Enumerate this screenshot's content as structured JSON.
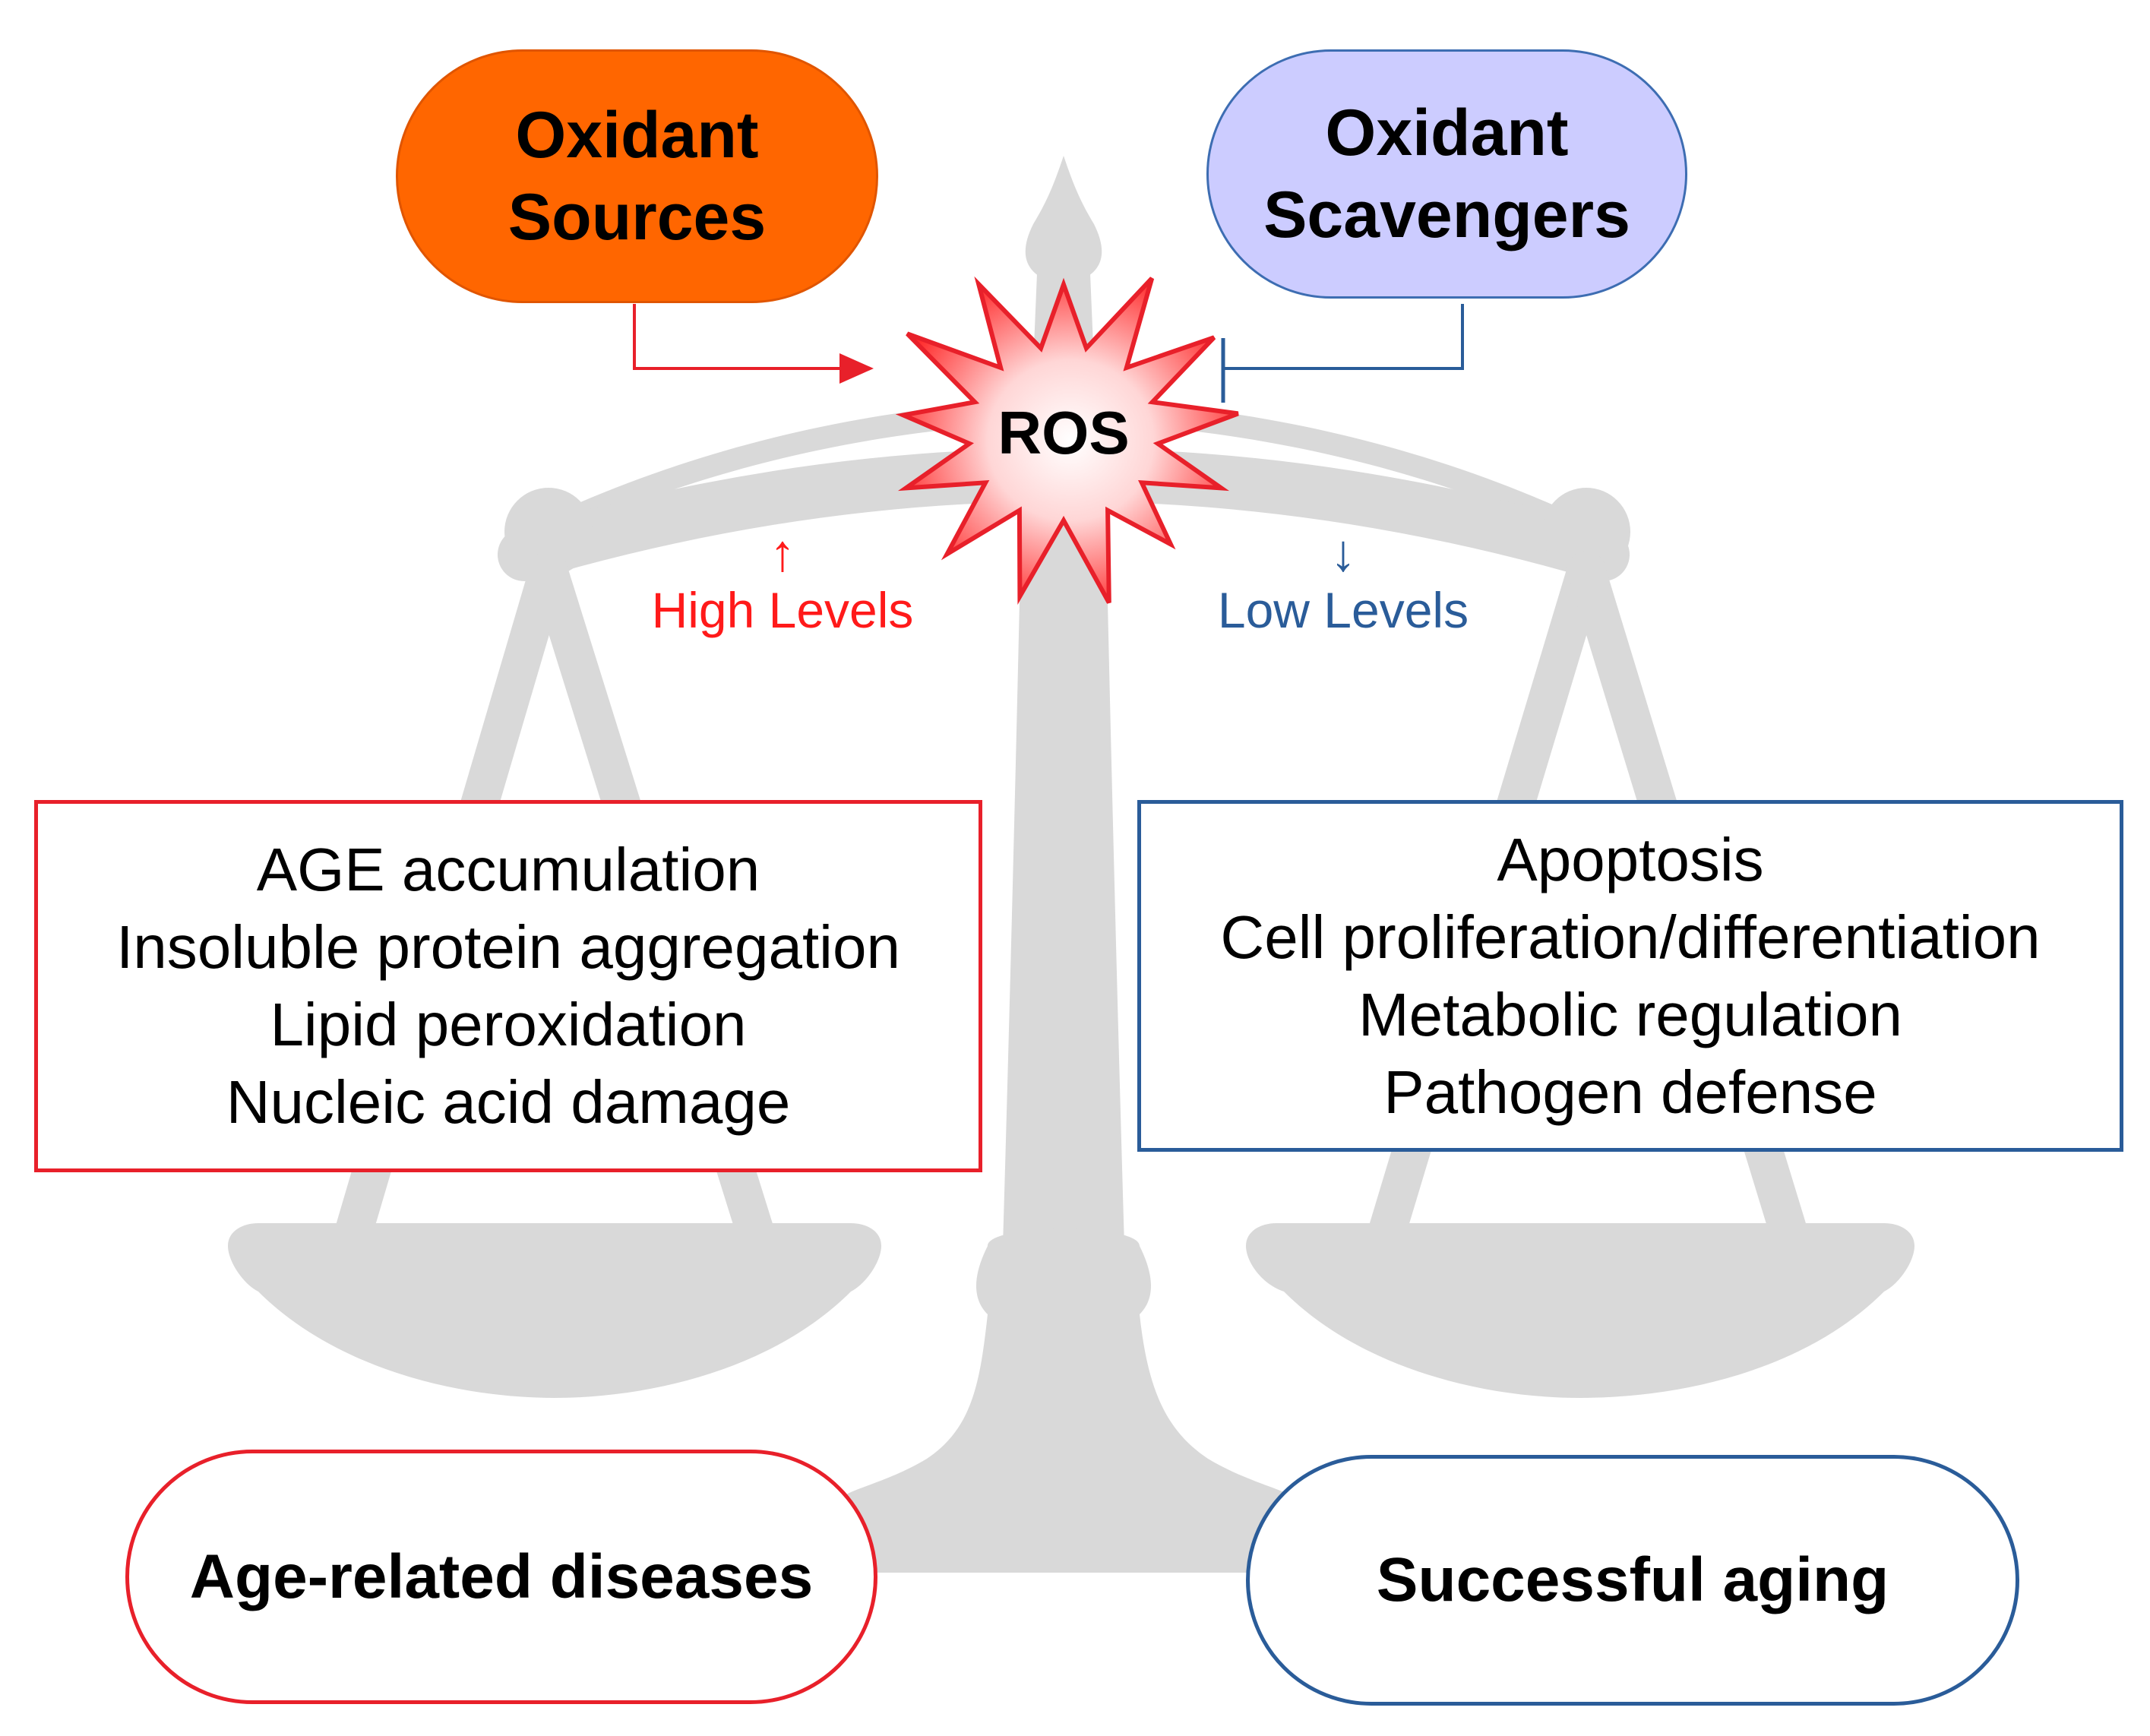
{
  "diagram": {
    "sources": {
      "title_line1": "Oxidant",
      "title_line2": "Sources"
    },
    "scavengers": {
      "title_line1": "Oxidant",
      "title_line2": "Scavengers"
    },
    "ros": {
      "label": "ROS"
    },
    "high_levels": {
      "arrow": "↑",
      "label": "High Levels"
    },
    "low_levels": {
      "arrow": "↓",
      "label": "Low Levels"
    },
    "left_effects": [
      "AGE accumulation",
      "Insoluble protein aggregation",
      "Lipid peroxidation",
      "Nucleic acid damage"
    ],
    "right_effects": [
      "Apoptosis",
      "Cell proliferation/differentiation",
      "Metabolic regulation",
      "Pathogen defense"
    ],
    "left_outcome": {
      "label": "Age-related diseases"
    },
    "right_outcome": {
      "label": "Successful aging"
    }
  },
  "colors": {
    "sources_fill": "#ff6600",
    "scavengers_fill": "#ccccff",
    "high_red": "#e8202a",
    "low_blue": "#2a5c99",
    "scale_gray": "#d9d9d9"
  },
  "icons": {
    "background": "balance-scale-icon",
    "ros": "starburst-icon"
  }
}
